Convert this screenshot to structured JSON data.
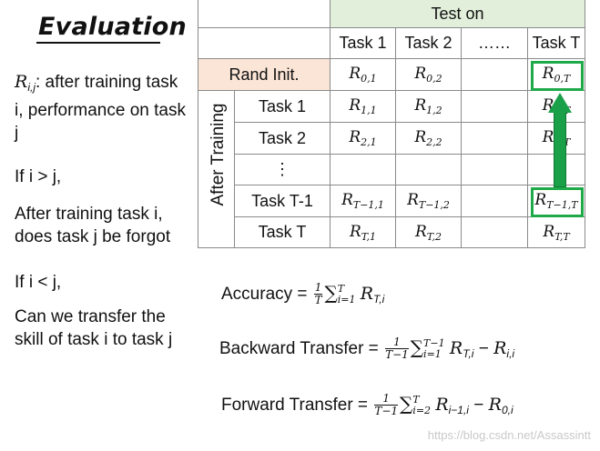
{
  "title": "Evaluation",
  "left": {
    "def_symbol": "R",
    "def_sub": "i,j",
    "def_text": ": after training task i, performance on task j",
    "cond1": "If i > j,",
    "q1": "After training task i, does task j be forgot",
    "cond2": "If i < j,",
    "q2": "Can we transfer the skill of task i to task j"
  },
  "table": {
    "test_on": "Test on",
    "columns": [
      "Task 1",
      "Task 2",
      "……",
      "Task T"
    ],
    "after_training": "After Training",
    "rows": [
      {
        "label": "Rand Init.",
        "cells": [
          "0,1",
          "0,2",
          "",
          "0,T"
        ]
      },
      {
        "label": "Task 1",
        "cells": [
          "1,1",
          "1,2",
          "",
          "1,T"
        ]
      },
      {
        "label": "Task 2",
        "cells": [
          "2,1",
          "2,2",
          "",
          "2,T"
        ]
      },
      {
        "label": "⋮",
        "cells": [
          "",
          "",
          "",
          ""
        ]
      },
      {
        "label": "Task T-1",
        "cells": [
          "T−1,1",
          "T−1,2",
          "",
          "T−1,T"
        ]
      },
      {
        "label": "Task T",
        "cells": [
          "T,1",
          "T,2",
          "",
          "T,T"
        ]
      }
    ],
    "cell_symbol": "R"
  },
  "formulas": {
    "accuracy_label": "Accuracy =",
    "accuracy_num": "1",
    "accuracy_den": "T",
    "accuracy_sum_top": "T",
    "accuracy_sum_bot": "i=1",
    "accuracy_term": "R",
    "accuracy_term_sub": "T,i",
    "backward_label": "Backward Transfer =",
    "backward_num": "1",
    "backward_den": "T−1",
    "backward_sum_top": "T−1",
    "backward_sum_bot": "i=1",
    "backward_term": "R",
    "backward_term_sub": "T,i",
    "backward_minus": "−",
    "backward_term2": "R",
    "backward_term2_sub": "i,i",
    "forward_label": "Forward Transfer =",
    "forward_num": "1",
    "forward_den": "T−1",
    "forward_sum_top": "T",
    "forward_sum_bot": "i=2",
    "forward_term": "R",
    "forward_term_sub": "i−1,i",
    "forward_minus": "−",
    "forward_term2": "R",
    "forward_term2_sub": "0,i"
  },
  "watermark": "https://blog.csdn.net/Assassintt",
  "colors": {
    "header_green": "#e2efda",
    "rand_init_peach": "#fbe5d6",
    "highlight_green": "#1faa4a"
  }
}
